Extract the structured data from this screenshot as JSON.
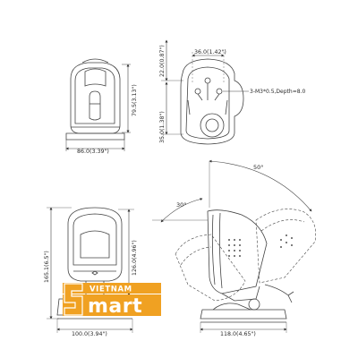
{
  "dimensions": {
    "top_left_height_upper": "22.0(0.87\")",
    "top_left_height_lower": "35.0(1.38\")",
    "top_left_base_width": "86.0(3.39\")",
    "top_left_body_height": "79.5(3.13\")",
    "top_right_hole_spacing": "36.0(1.42\")",
    "screw_note": "3-M3*0.5,Depth=8.0",
    "front_total_height": "165.1(6.5\")",
    "front_head_height": "126.0(4.96\")",
    "front_base_width": "100.0(3.94\")",
    "side_base_width": "118.0(4.65\")"
  },
  "angles": {
    "tilt_up": "50°",
    "tilt_down": "30°"
  },
  "logo": {
    "top_word": "VIETNAM",
    "main_word": "mart",
    "brand_color": "#f0a122"
  }
}
